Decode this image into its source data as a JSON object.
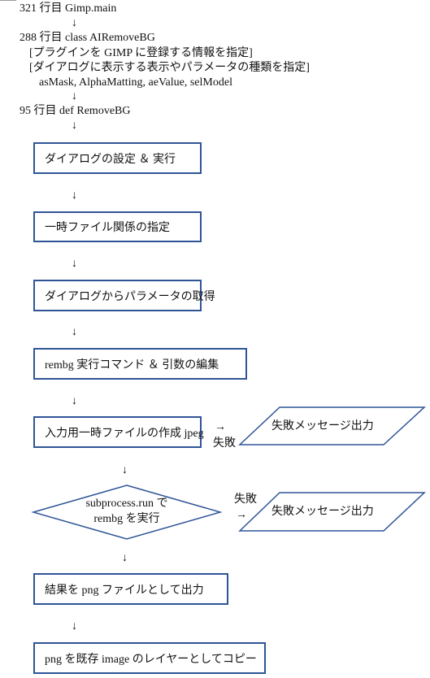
{
  "header": {
    "line1": "321 行目 Gimp.main",
    "line2": "288 行目 class AIRemoveBG",
    "line3": "[プラグインを GIMP に登録する情報を指定]",
    "line4": "[ダイアログに表示する表示やパラメータの種類を指定]",
    "line5": "asMask, AlphaMatting, aeValue, selModel",
    "line6": "95 行目 def RemoveBG"
  },
  "arrow_down": "↓",
  "arrow_right": "→",
  "fail_label": "失敗",
  "steps": [
    "ダイアログの設定 ＆ 実行",
    "一時ファイル関係の指定",
    "ダイアログからパラメータの取得",
    "rembg 実行コマンド ＆ 引数の編集",
    "入力用一時ファイルの作成 jpeg"
  ],
  "decision": {
    "line1": "subprocess.run で",
    "line2": "rembg を実行"
  },
  "final_steps": [
    "結果を png ファイルとして出力",
    "png を既存 image のレイヤーとしてコピー"
  ],
  "error_output_1": "失敗メッセージ出力",
  "error_output_2": "失敗メッセージ出力",
  "colors": {
    "shape_border": "#2f5597"
  }
}
